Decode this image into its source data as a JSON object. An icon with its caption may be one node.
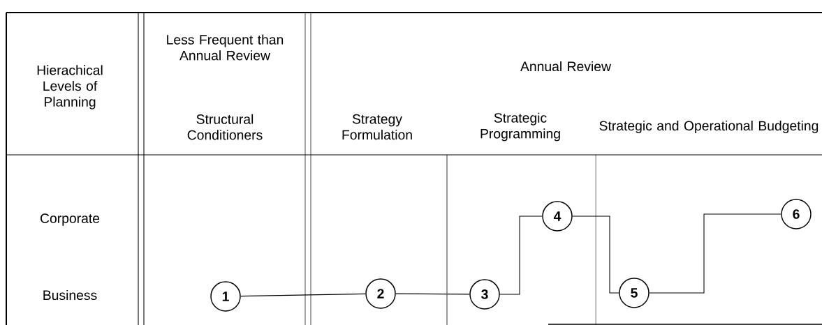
{
  "diagram": {
    "nodes": [
      {
        "text": [
          "1"
        ]
      },
      {
        "text": [
          "2"
        ]
      },
      {
        "text": [
          "3"
        ]
      },
      {
        "text": [
          "4"
        ]
      },
      {
        "text": [
          "5"
        ]
      },
      {
        "text": [
          "6"
        ]
      }
    ],
    "edges": [
      {
        "from": 0,
        "to": 1,
        "arrow": "none"
      },
      {
        "from": 1,
        "to": 2,
        "arrow": "none"
      },
      {
        "from": 2,
        "to": 3,
        "arrow": "none"
      },
      {
        "from": 3,
        "to": 4,
        "arrow": "none"
      },
      {
        "from": 4,
        "to": 5,
        "arrow": "none"
      }
    ],
    "labels": [
      "Hierachical Levels of Planning",
      "Less Frequent than Annual Review",
      "Structural Conditioners",
      "Annual Review",
      "Strategy Formulation",
      "Strategic Programming",
      "Strategic and Operational Budgeting",
      "Corporate",
      "Business"
    ]
  }
}
